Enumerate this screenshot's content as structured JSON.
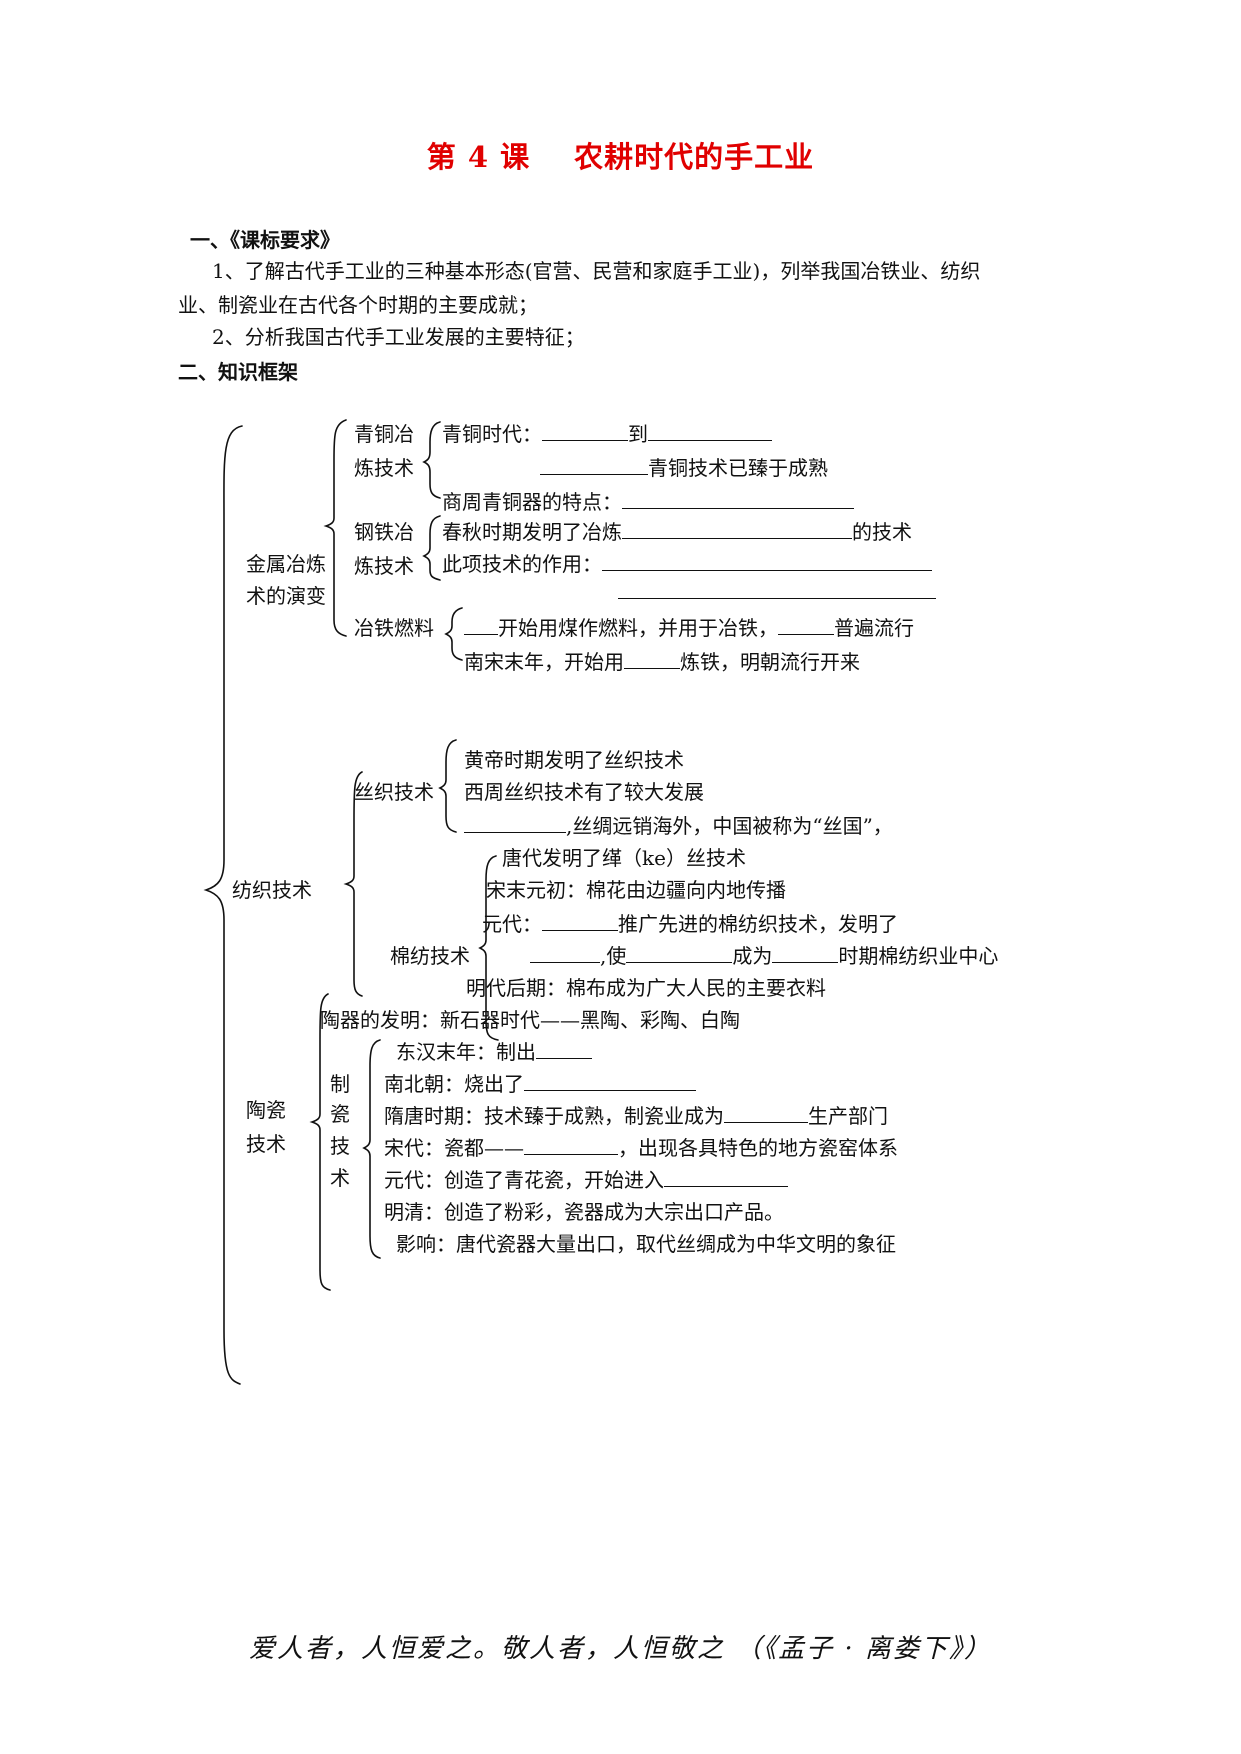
{
  "title": {
    "lesson": "第 4 课",
    "name": "农耕时代的手工业"
  },
  "section1": {
    "heading": "一、《课标要求》",
    "req1_a": "1、了解古代手工业的三种基本形态(官营、民营和家庭手工业)，列举我国冶铁业、纺织",
    "req1_b": "业、制瓷业在古代各个时期的主要成就；",
    "req2": "2、分析我国古代手工业发展的主要特征；"
  },
  "section2": {
    "heading": "二、知识框架"
  },
  "metal": {
    "label_1": "金属冶炼",
    "label_2": "术的演变",
    "bronze_1": "青铜冶",
    "bronze_2": "炼技术",
    "bronze_era": "青铜时代：",
    "to": "到",
    "bronze_mature": "青铜技术已臻于成熟",
    "bronze_feature": "商周青铜器的特点：",
    "steel_1": "钢铁冶",
    "steel_2": "炼技术",
    "steel_invent": "春秋时期发明了冶炼",
    "steel_invent_tail": "的技术",
    "steel_effect": "此项技术的作用：",
    "fuel_label": "冶铁燃料",
    "fuel_1a": "开始用煤作燃料，并用于冶铁，",
    "fuel_1b": "普遍流行",
    "fuel_2a": "南宋末年，开始用",
    "fuel_2b": "炼铁，明朝流行开来"
  },
  "textile": {
    "label": "纺织技术",
    "silk_label": "丝织技术",
    "silk_1": "黄帝时期发明了丝织技术",
    "silk_2": "西周丝织技术有了较大发展",
    "silk_3": ",丝绸远销海外，中国被称为“丝国”，",
    "silk_4": "唐代发明了缂（ke）丝技术",
    "cotton_label": "棉纺技术",
    "cotton_1": "宋末元初：棉花由边疆向内地传播",
    "cotton_2a": "元代：",
    "cotton_2b": "推广先进的棉纺织技术，发明了",
    "cotton_3a": ",使",
    "cotton_3b": "成为",
    "cotton_3c": "时期棉纺织业中心",
    "cotton_4": "明代后期：棉布成为广大人民的主要衣料"
  },
  "ceramic": {
    "label_1": "陶瓷",
    "label_2": "技术",
    "pottery": "陶器的发明：新石器时代——黑陶、彩陶、白陶",
    "porcelain_label": [
      "制",
      "瓷",
      "技",
      "术"
    ],
    "p1": "东汉末年：制出",
    "p2": "南北朝：烧出了",
    "p3a": "隋唐时期：技术臻于成熟，制瓷业成为",
    "p3b": "生产部门",
    "p4a": "宋代：瓷都——",
    "p4b": "，出现各具特色的地方瓷窑体系",
    "p5a": "元代：创造了青花瓷，开始进入",
    "p6": "明清：创造了粉彩，瓷器成为大宗出口产品。",
    "p7": "影响：唐代瓷器大量出口，取代丝绸成为中华文明的象征"
  },
  "quote": "爱人者，人恒爱之。敬人者，人恒敬之  （《孟子 · 离娄下》）"
}
